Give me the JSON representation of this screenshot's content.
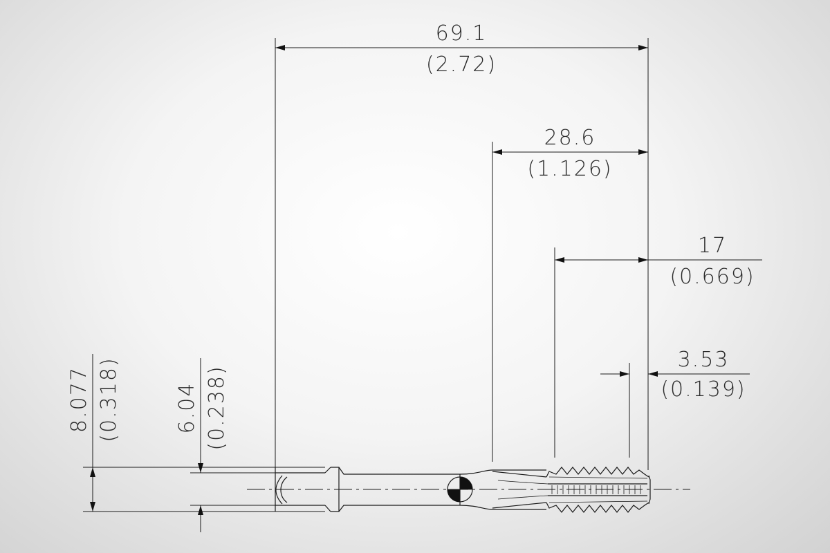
{
  "dimensions": {
    "overall_length": {
      "mm": "69.1",
      "inch": "(2.72)"
    },
    "thread_length": {
      "mm": "28.6",
      "inch": "(1.126)"
    },
    "flute_length": {
      "mm": "17",
      "inch": "(0.669)"
    },
    "chamfer_length": {
      "mm": "3.53",
      "inch": "(0.139)"
    },
    "shank_diameter": {
      "mm": "8.077",
      "inch": "(0.318)"
    },
    "square_size": {
      "mm": "6.04",
      "inch": "(0.238)"
    }
  },
  "colors": {
    "line": "#1a1a1a",
    "background_center": "#ffffff",
    "background_edge": "#d2d2d2"
  }
}
